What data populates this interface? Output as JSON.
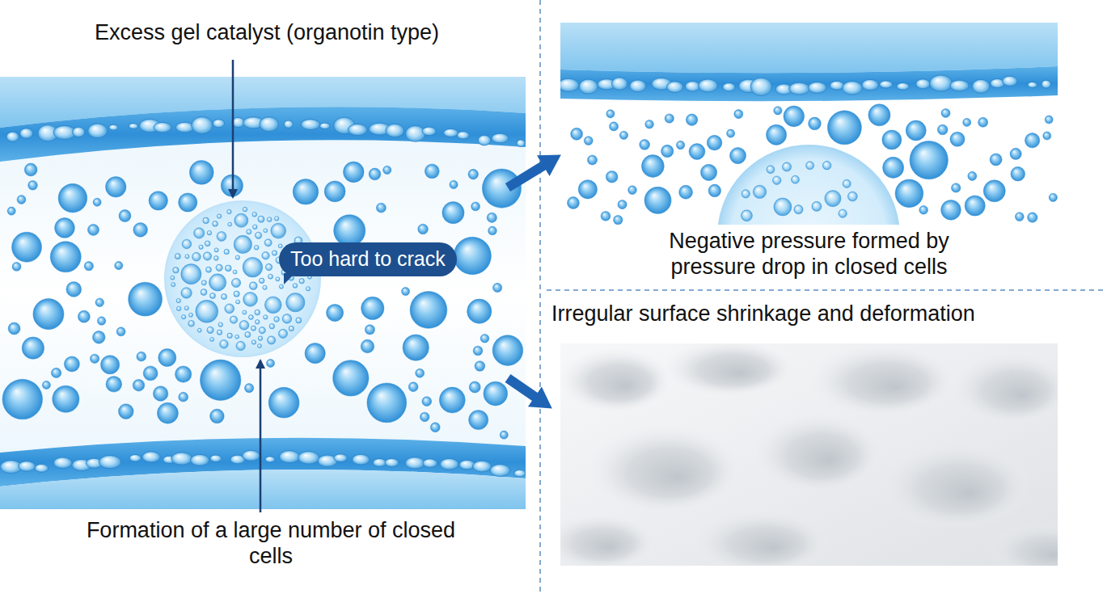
{
  "diagram": {
    "nodes": [
      {
        "text": [
          "Excess gel catalyst (organotin type)",
          "Formation of a large number of closed cells"
        ]
      },
      {
        "text": [
          "Too hard to crack"
        ],
        "in": 0
      },
      {
        "text": [
          "Negative pressure formed by pressure drop in closed cells"
        ]
      },
      {
        "text": [
          "Irregular surface shrinkage and deformation"
        ]
      }
    ],
    "edges": [
      {
        "from": 0,
        "to": 2,
        "arrow": "to"
      },
      {
        "from": 0,
        "to": 3,
        "arrow": "to"
      }
    ]
  }
}
